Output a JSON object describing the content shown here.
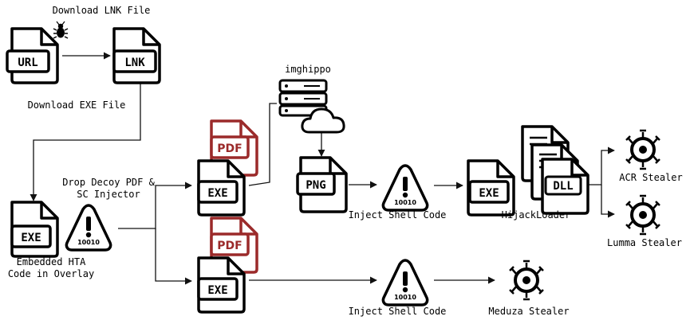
{
  "colors": {
    "ink": "#000000",
    "pdf": "#9b2a2a",
    "fill": "#ffffff"
  },
  "labels": {
    "download_lnk": "Download LNK File",
    "download_exe": "Download EXE File",
    "imghippo": "imghippo",
    "drop_decoy_1": "Drop Decoy PDF &",
    "drop_decoy_2": "SC Injector",
    "embedded_1": "Embedded HTA",
    "embedded_2": "Code in Overlay",
    "inject_1": "Inject Shell Code",
    "inject_2": "Inject Shell Code",
    "hijackloader": "HijackLoader",
    "acr_stealer": "ACR Stealer",
    "lumma_stealer": "Lumma Stealer",
    "meduza_stealer": "Meduza Stealer"
  },
  "icons": {
    "url_file": {
      "text": "URL",
      "badge": "bug-icon"
    },
    "lnk_file": {
      "text": "LNK"
    },
    "exe_file_main": {
      "text": "EXE"
    },
    "exe_file_top": {
      "text": "EXE"
    },
    "exe_file_bottom": {
      "text": "EXE"
    },
    "exe_file_right": {
      "text": "EXE"
    },
    "pdf_file_top": {
      "text": "PDF"
    },
    "pdf_file_bottom": {
      "text": "PDF"
    },
    "png_file": {
      "text": "PNG"
    },
    "dll_file": {
      "text": "DLL"
    },
    "warning_main": {
      "text": "10010"
    },
    "warning_inject_1": {
      "text": "10010"
    },
    "warning_inject_2": {
      "text": "10010"
    },
    "server": "server-icon",
    "cloud": "cloud-icon",
    "stealer": "virus-icon"
  }
}
